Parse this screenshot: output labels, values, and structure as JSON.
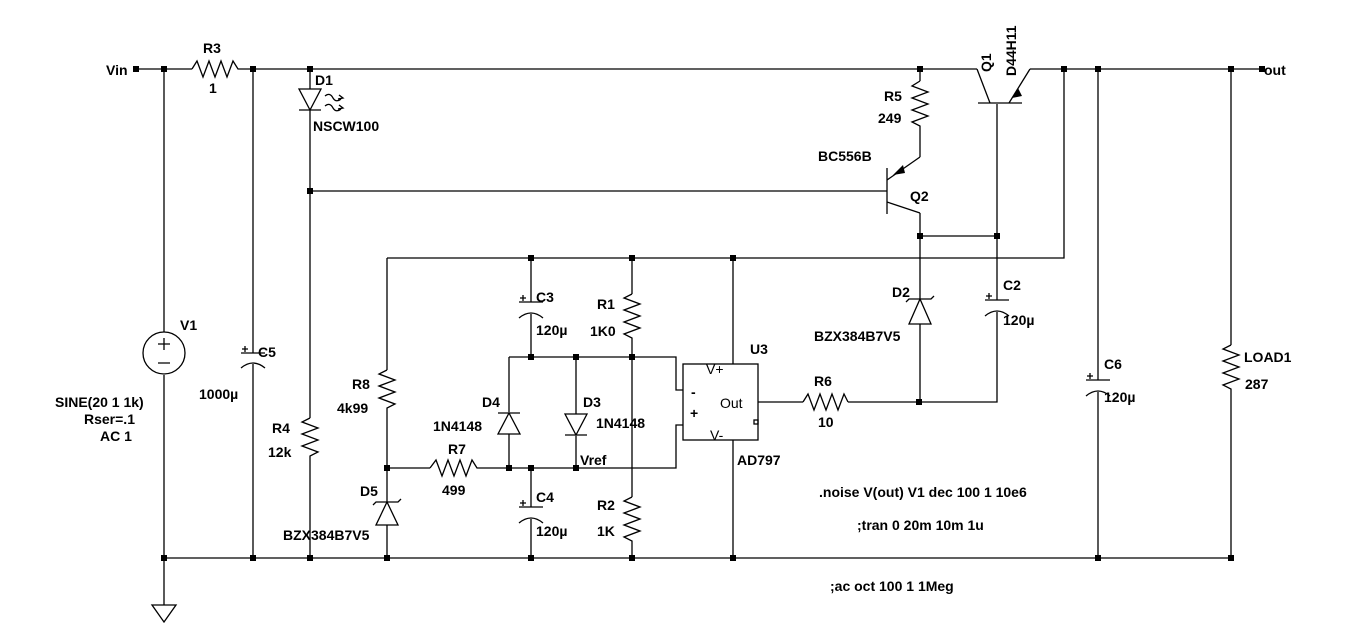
{
  "nets": {
    "vin": "Vin",
    "out": "out",
    "vref": "Vref"
  },
  "components": {
    "R3": {
      "ref": "R3",
      "value": "1"
    },
    "D1": {
      "ref": "D1",
      "value": "NSCW100"
    },
    "R5": {
      "ref": "R5",
      "value": "249"
    },
    "Q1": {
      "ref": "Q1",
      "value": "D44H11"
    },
    "Q2": {
      "ref": "Q2",
      "value": "BC556B"
    },
    "V1": {
      "ref": "V1",
      "line1": "SINE(20 1 1k)",
      "line2": "Rser=.1",
      "line3": "AC 1"
    },
    "C5": {
      "ref": "C5",
      "value": "1000µ"
    },
    "R4": {
      "ref": "R4",
      "value": "12k"
    },
    "C3": {
      "ref": "C3",
      "value": "120µ"
    },
    "R1": {
      "ref": "R1",
      "value": "1K0"
    },
    "U3": {
      "ref": "U3",
      "value": "AD797",
      "pin_vplus": "V+",
      "pin_vminus": "V-",
      "pin_out": "Out",
      "pin_inv": "-",
      "pin_noninv": "+"
    },
    "D2": {
      "ref": "D2",
      "value": "BZX384B7V5"
    },
    "C2": {
      "ref": "C2",
      "value": "120µ"
    },
    "R8": {
      "ref": "R8",
      "value": "4k99"
    },
    "D4": {
      "ref": "D4",
      "value": "1N4148"
    },
    "D3": {
      "ref": "D3",
      "value": "1N4148"
    },
    "R6": {
      "ref": "R6",
      "value": "10"
    },
    "C6": {
      "ref": "C6",
      "value": "120µ"
    },
    "LOAD1": {
      "ref": "LOAD1",
      "value": "287"
    },
    "R7": {
      "ref": "R7",
      "value": "499"
    },
    "D5": {
      "ref": "D5",
      "value": "BZX384B7V5"
    },
    "C4": {
      "ref": "C4",
      "value": "120µ"
    },
    "R2": {
      "ref": "R2",
      "value": "1K"
    }
  },
  "directives": {
    "noise": ".noise V(out) V1 dec 100 1 10e6",
    "tran": ";tran 0 20m 10m 1u",
    "ac": ";ac oct 100 1 1Meg"
  }
}
